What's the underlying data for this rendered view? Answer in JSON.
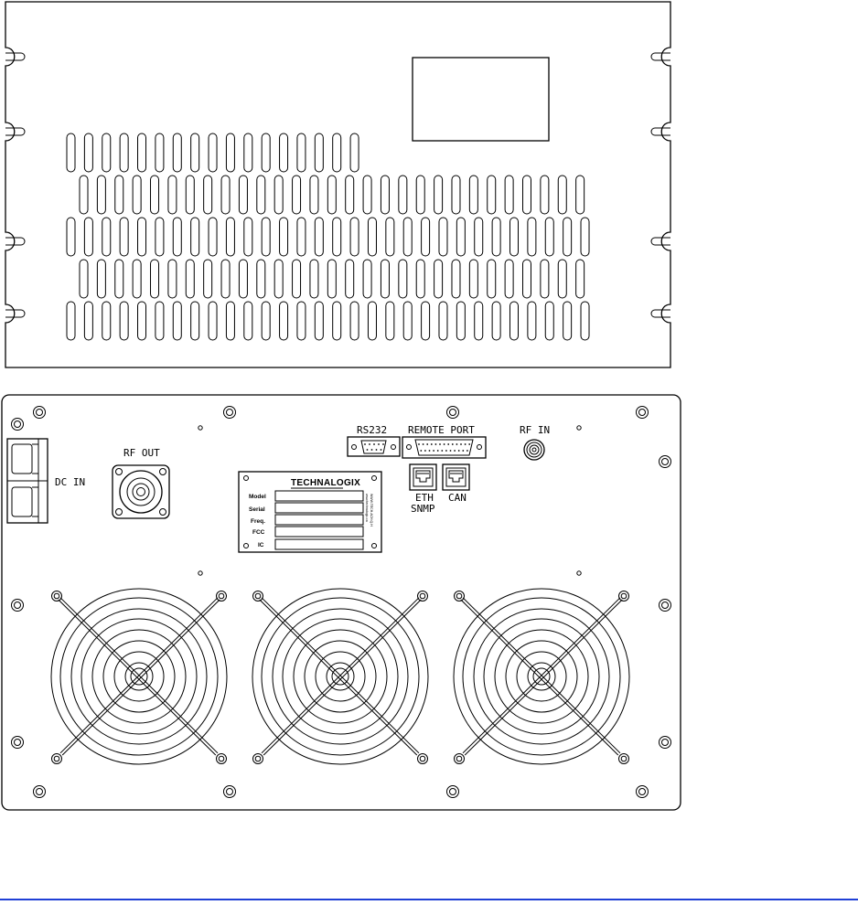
{
  "labels": {
    "rf_out": "RF OUT",
    "dc_in": "DC IN",
    "rs232": "RS232",
    "remote_port": "REMOTE PORT",
    "rf_in": "RF IN",
    "eth": "ETH",
    "snmp": "SNMP",
    "can": "CAN"
  },
  "nameplate": {
    "brand": "TECHNALOGIX",
    "fields": [
      "Model",
      "Serial",
      "Freq.",
      "FCC",
      "IC"
    ],
    "side_text": [
      "www.technalogix.ca",
      "WWW.TECH.ACH.Q.H"
    ]
  },
  "colors": {
    "line": "#000000",
    "footer_rule": "#1f3fd6"
  }
}
